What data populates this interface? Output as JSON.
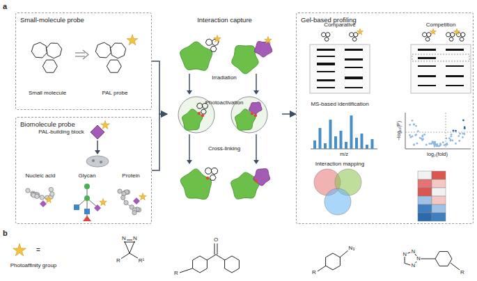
{
  "diagram": {
    "nodes": [
      {
        "text": [
          "Small-molecule probe"
        ]
      },
      {
        "text": [
          "Biomolecule probe"
        ]
      },
      {
        "text": [
          "Interaction capture"
        ]
      },
      {
        "text": [
          "Gel-based profiling"
        ]
      }
    ],
    "edges": [
      {
        "from": 0,
        "to": 2,
        "arrow": "to"
      },
      {
        "from": 1,
        "to": 2,
        "arrow": "to"
      },
      {
        "from": 2,
        "to": 3,
        "arrow": "to"
      }
    ],
    "labels": [
      "a",
      "Small molecule",
      "PAL probe",
      "PAL-building block",
      "Nucleic acid",
      "Glycan",
      "Protein",
      "Irradiation",
      "Photoactivation",
      "Cross-linking",
      "Comparative",
      "Competition",
      "MS-based identification",
      "m/z",
      "−log₁₀(P)",
      "log₂(fold)",
      "Interaction mapping",
      "b",
      "Photoaffinity group",
      "=",
      "N",
      "N",
      "R",
      "R¹",
      "O",
      "R",
      "N₃",
      "R",
      "N",
      "N",
      "N",
      "N",
      "R"
    ]
  }
}
